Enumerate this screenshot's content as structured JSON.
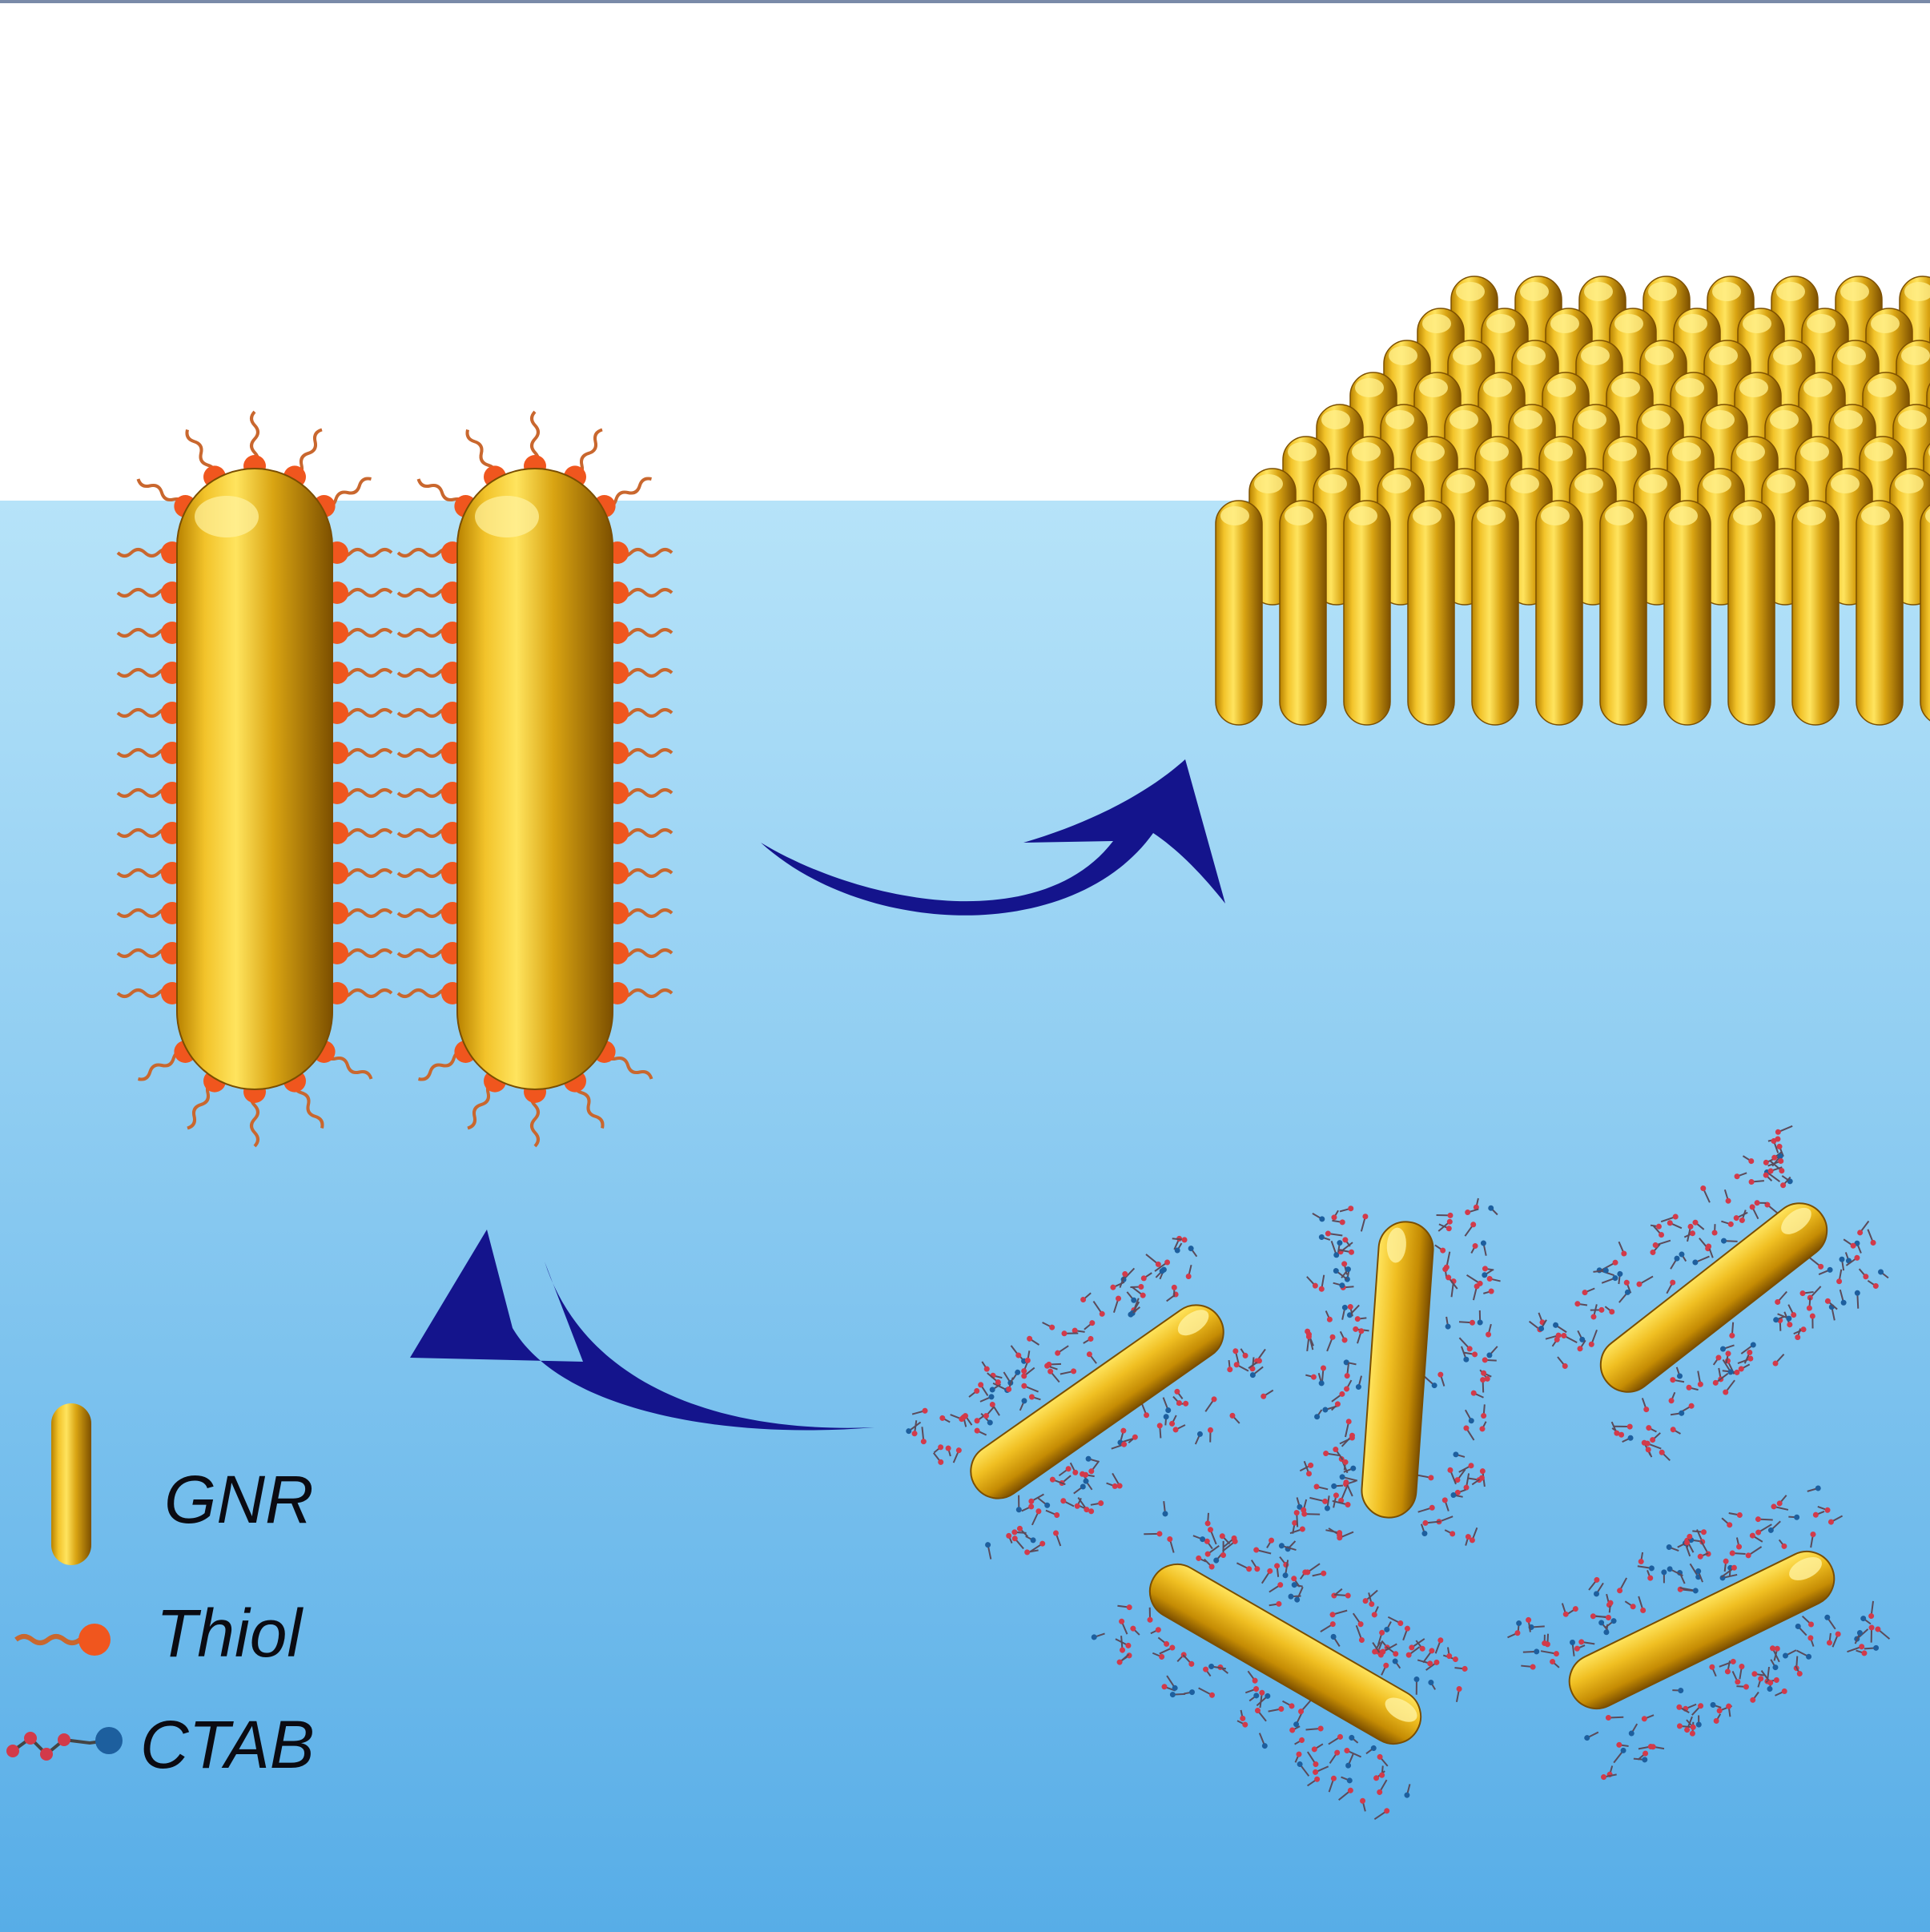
{
  "legend": {
    "items": [
      {
        "label": "GNR",
        "icon": "gold-nanorod-icon"
      },
      {
        "label": "Thiol",
        "icon": "thiol-ligand-icon"
      },
      {
        "label": "CTAB",
        "icon": "ctab-ligand-icon"
      }
    ]
  },
  "colors": {
    "background_top": "#ffffff",
    "water_top": "#b4e2f8",
    "water_bottom": "#58afe8",
    "gold_light": "#ffe35a",
    "gold_mid": "#d6a40c",
    "gold_dark": "#8a5a00",
    "thiol_head": "#f0561e",
    "thiol_tail": "#c9672e",
    "ctab_red": "#d23a4a",
    "ctab_blue": "#1d5f9e",
    "arrow": "#14148c"
  }
}
